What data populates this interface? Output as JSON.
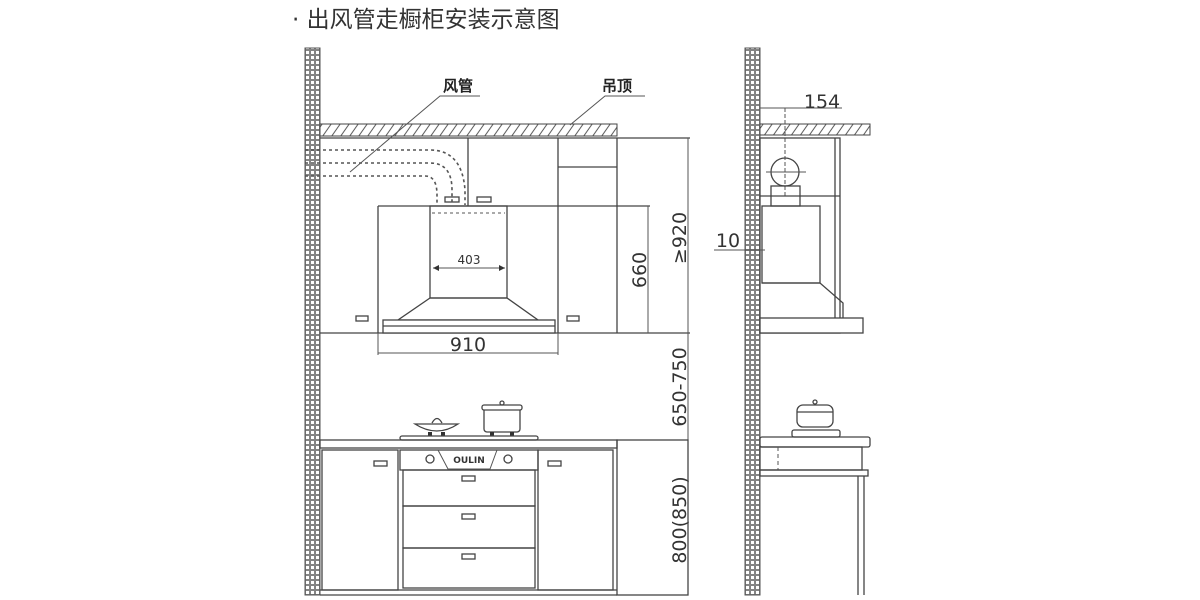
{
  "title": "· 出风管走橱柜安装示意图",
  "labels": {
    "duct": "风管",
    "ceiling": "吊顶",
    "brand": "OULIN"
  },
  "dimensions": {
    "chimney_width": "403",
    "hood_width": "910",
    "cabinet_height": "660",
    "upper_clearance": "≥920",
    "install_height": "650-750",
    "counter_height": "800(850)",
    "duct_offset": "154",
    "wall_gap": "10"
  },
  "colors": {
    "line": "#444444",
    "background": "#ffffff"
  }
}
